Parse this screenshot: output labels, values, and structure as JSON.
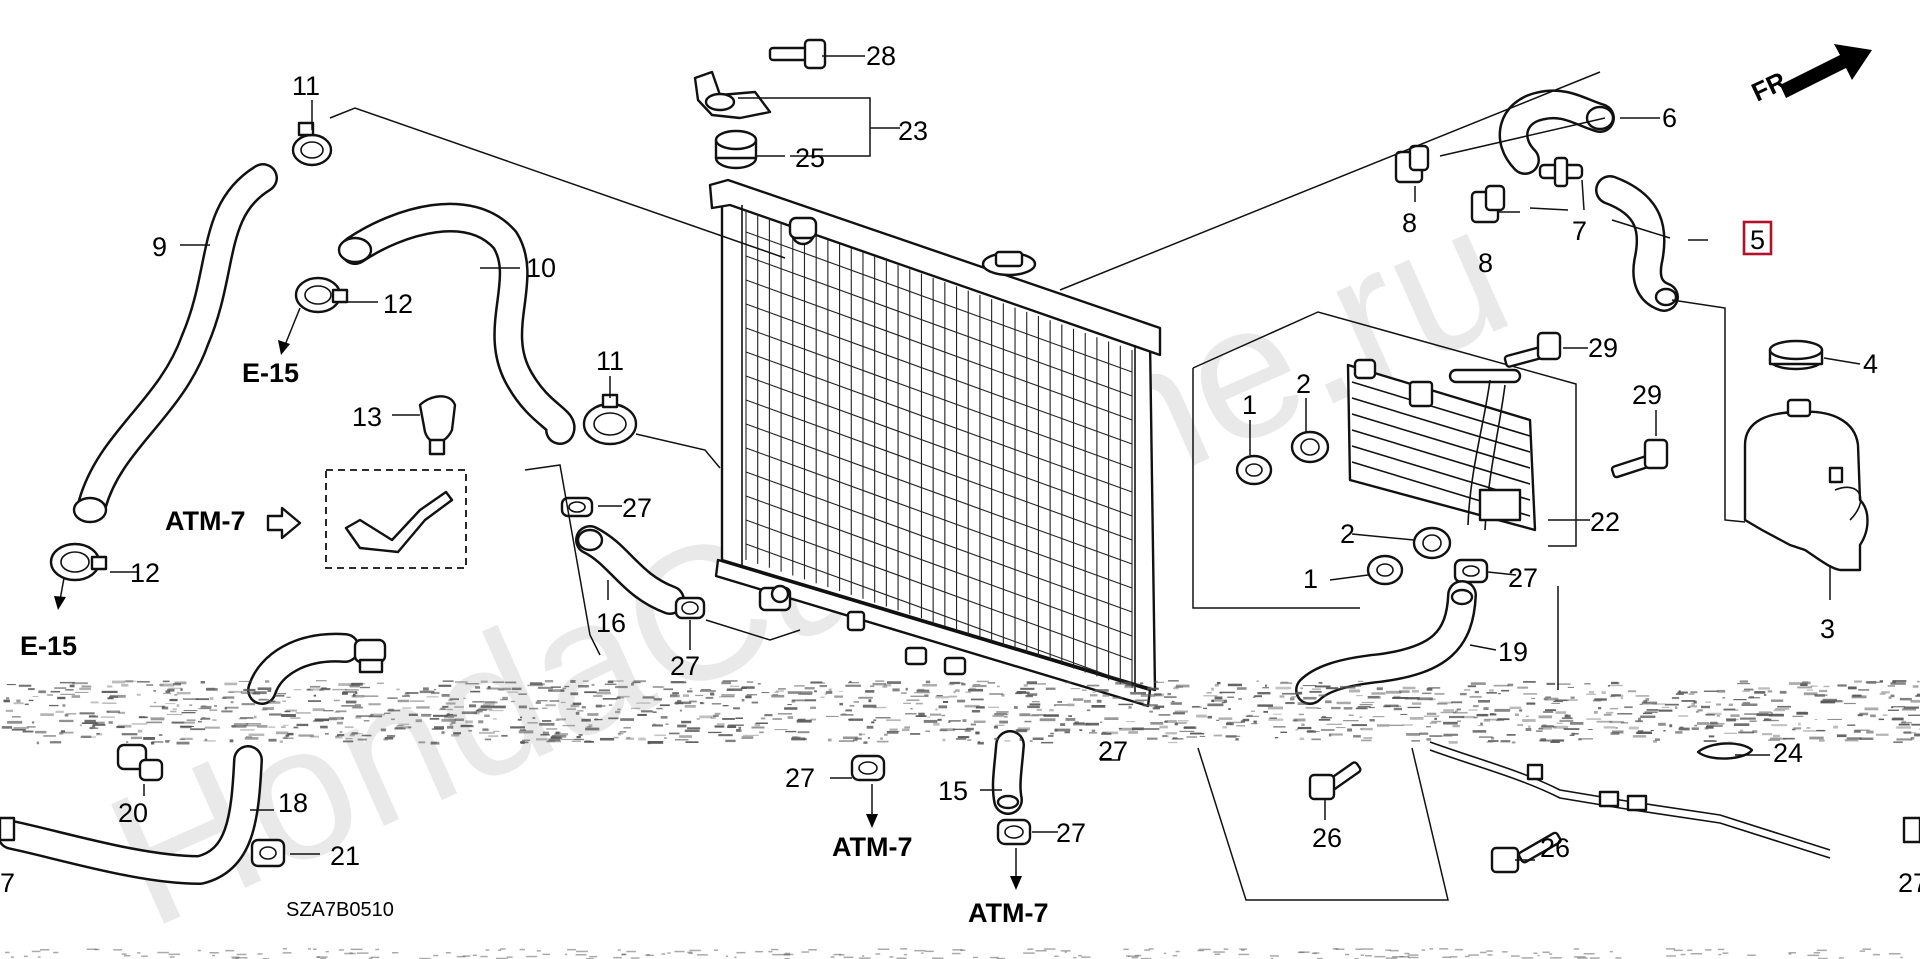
{
  "watermark": "HondaCarMine.ru",
  "direction_label": "FR.",
  "diagram_code": "SZA7B0510",
  "highlight_color": "#b0122c",
  "callouts": [
    {
      "id": "c1a",
      "text": "1"
    },
    {
      "id": "c1b",
      "text": "1"
    },
    {
      "id": "c2a",
      "text": "2"
    },
    {
      "id": "c2b",
      "text": "2"
    },
    {
      "id": "c3",
      "text": "3"
    },
    {
      "id": "c4",
      "text": "4"
    },
    {
      "id": "c5",
      "text": "5",
      "highlighted": true
    },
    {
      "id": "c6",
      "text": "6"
    },
    {
      "id": "c7",
      "text": "7"
    },
    {
      "id": "c8a",
      "text": "8"
    },
    {
      "id": "c8b",
      "text": "8"
    },
    {
      "id": "c9",
      "text": "9"
    },
    {
      "id": "c10",
      "text": "10"
    },
    {
      "id": "c11a",
      "text": "11"
    },
    {
      "id": "c11b",
      "text": "11"
    },
    {
      "id": "c12a",
      "text": "12"
    },
    {
      "id": "c12b",
      "text": "12"
    },
    {
      "id": "c13",
      "text": "13"
    },
    {
      "id": "c15",
      "text": "15"
    },
    {
      "id": "c16",
      "text": "16"
    },
    {
      "id": "c18",
      "text": "18"
    },
    {
      "id": "c19",
      "text": "19"
    },
    {
      "id": "c20",
      "text": "20"
    },
    {
      "id": "c21",
      "text": "21"
    },
    {
      "id": "c22",
      "text": "22"
    },
    {
      "id": "c23",
      "text": "23"
    },
    {
      "id": "c24",
      "text": "24"
    },
    {
      "id": "c25",
      "text": "25"
    },
    {
      "id": "c26a",
      "text": "26"
    },
    {
      "id": "c26b",
      "text": "26"
    },
    {
      "id": "c27a",
      "text": "27"
    },
    {
      "id": "c27b",
      "text": "27"
    },
    {
      "id": "c27c",
      "text": "27"
    },
    {
      "id": "c27d",
      "text": "27"
    },
    {
      "id": "c27e",
      "text": "27"
    },
    {
      "id": "c27f",
      "text": "27"
    },
    {
      "id": "c28",
      "text": "28"
    },
    {
      "id": "c29a",
      "text": "29"
    },
    {
      "id": "c29b",
      "text": "29"
    },
    {
      "id": "c7edge",
      "text": "7"
    },
    {
      "id": "c27edge",
      "text": "27"
    }
  ],
  "references": [
    {
      "id": "e15a",
      "text": "E-15"
    },
    {
      "id": "e15b",
      "text": "E-15"
    },
    {
      "id": "atm7a",
      "text": "ATM-7"
    },
    {
      "id": "atm7b",
      "text": "ATM-7"
    },
    {
      "id": "atm7c",
      "text": "ATM-7"
    }
  ]
}
